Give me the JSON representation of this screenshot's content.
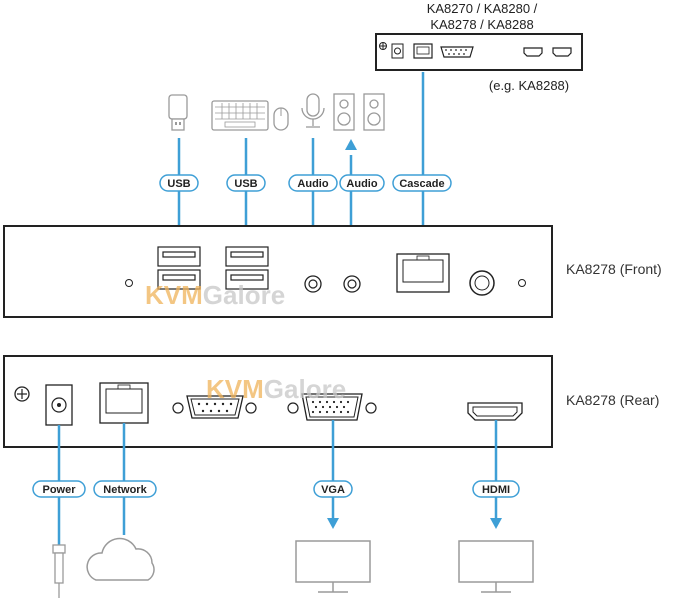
{
  "remote_models": {
    "line1": "KA8270 / KA8280 /",
    "line2": "KA8278 / KA8288",
    "example": "(e.g. KA8288)"
  },
  "front": {
    "label": "KA8278 (Front)",
    "connections": [
      "USB",
      "USB",
      "Audio",
      "Audio",
      "Cascade"
    ]
  },
  "rear": {
    "label": "KA8278 (Rear)",
    "connections": [
      "Power",
      "Network",
      "VGA",
      "HDMI"
    ]
  },
  "watermark": {
    "part1": "KVM",
    "part2": "Galore"
  },
  "colors": {
    "accent": "#3e9fd6",
    "outline": "#222222",
    "icon_gray": "#9a9a9a",
    "watermark_orange": "#f0b35a",
    "watermark_gray": "#c8c8c8"
  },
  "icons": [
    "usb-flash-drive-icon",
    "keyboard-icon",
    "mouse-icon",
    "microphone-icon",
    "speakers-icon",
    "power-plug-icon",
    "cloud-icon",
    "monitor-icon"
  ]
}
